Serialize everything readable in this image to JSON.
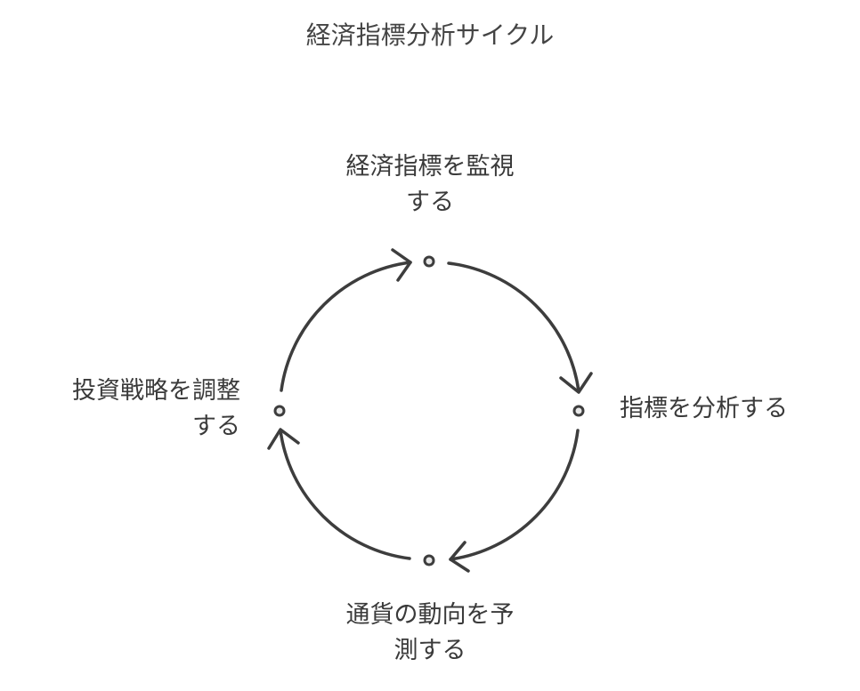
{
  "title": "経済指標分析サイクル",
  "colors": {
    "stroke": "#3d3d3d",
    "node_fill": "#e8e8e8"
  },
  "nodes": [
    {
      "line1": "経済指標を監視",
      "line2": "する"
    },
    {
      "line1": "指標を分析する"
    },
    {
      "line1": "通貨の動向を予",
      "line2": "測する"
    },
    {
      "line1": "投資戦略を調整",
      "line2": "する"
    }
  ]
}
